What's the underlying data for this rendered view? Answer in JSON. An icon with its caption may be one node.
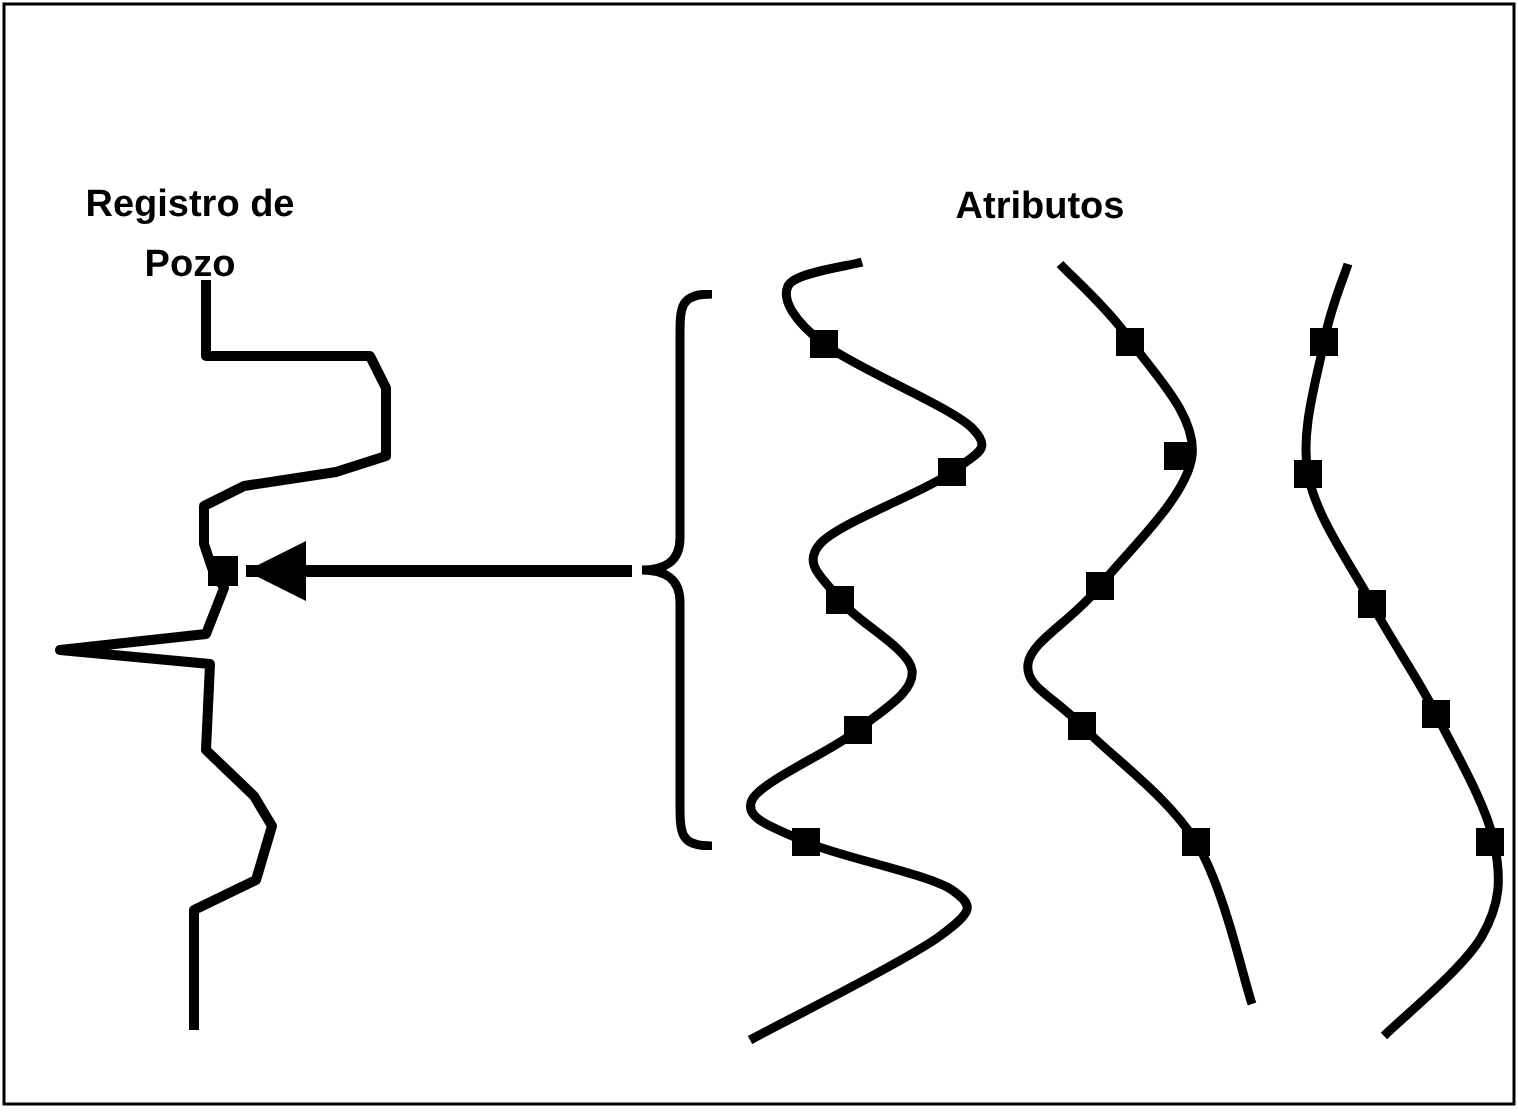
{
  "diagram": {
    "nodes": [
      {
        "text": [],
        "shape": "box"
      },
      {
        "text": [],
        "shape": "bracket"
      }
    ],
    "edges": [
      {
        "from": 1,
        "to": 0,
        "arrow": "to"
      }
    ],
    "labels": [
      "Registro de Pozo",
      "Atributos"
    ]
  }
}
